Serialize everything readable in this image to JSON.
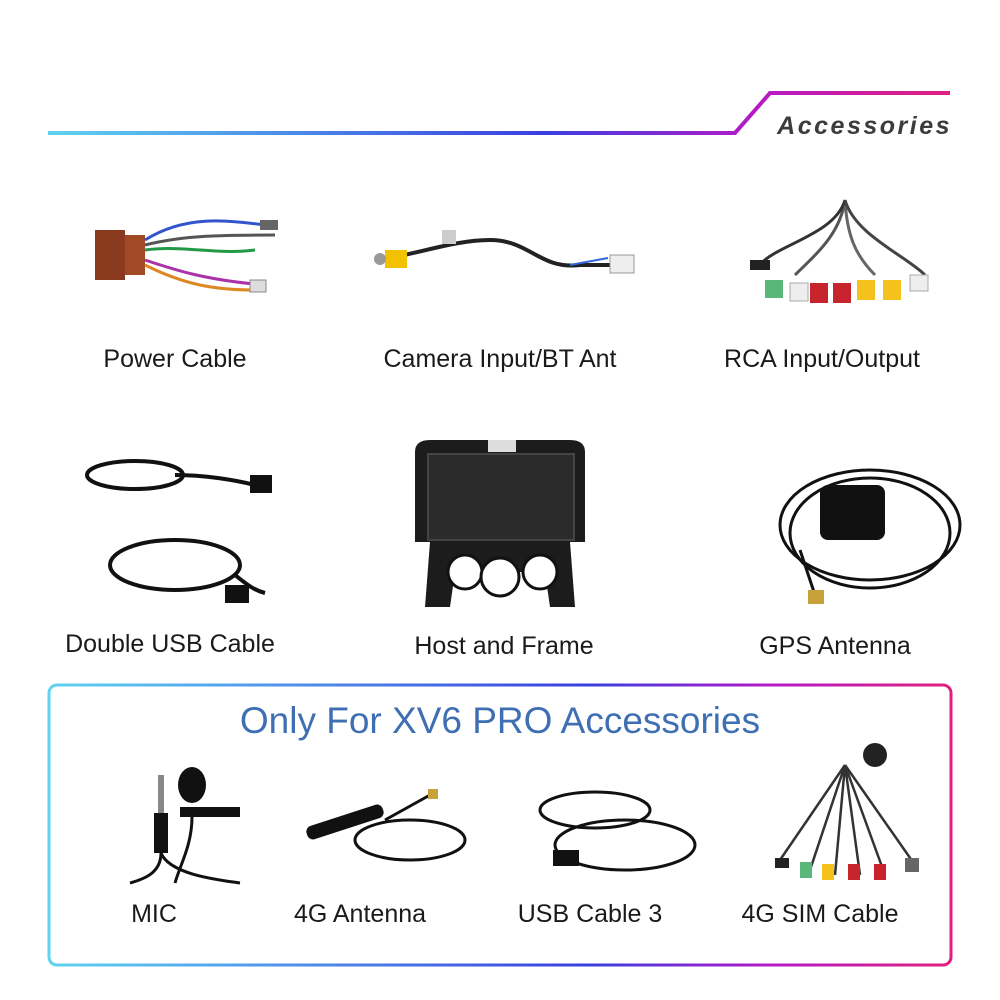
{
  "header": {
    "title": "Accessories"
  },
  "items": [
    {
      "icon": "power-cable-icon",
      "label": "Power Cable"
    },
    {
      "icon": "camera-cable-icon",
      "label": "Camera Input/BT Ant"
    },
    {
      "icon": "rca-cable-icon",
      "label": "RCA Input/Output"
    },
    {
      "icon": "usb-cable-icon",
      "label": "Double USB Cable"
    },
    {
      "icon": "head-unit-frame-icon",
      "label": "Host and Frame"
    },
    {
      "icon": "gps-antenna-icon",
      "label": "GPS Antenna"
    }
  ],
  "pro": {
    "title": "Only For XV6 PRO Accessories",
    "items": [
      {
        "icon": "microphone-icon",
        "label": "MIC"
      },
      {
        "icon": "antenna-4g-icon",
        "label": "4G Antenna"
      },
      {
        "icon": "usb-cable-icon",
        "label": "USB Cable 3"
      },
      {
        "icon": "sim-cable-icon",
        "label": "4G SIM Cable"
      }
    ]
  },
  "colors": {
    "accent_cyan": "#5fd3f0",
    "accent_blue": "#3a3fe0",
    "accent_magenta": "#e0207f",
    "title_blue": "#3f6fb3"
  }
}
